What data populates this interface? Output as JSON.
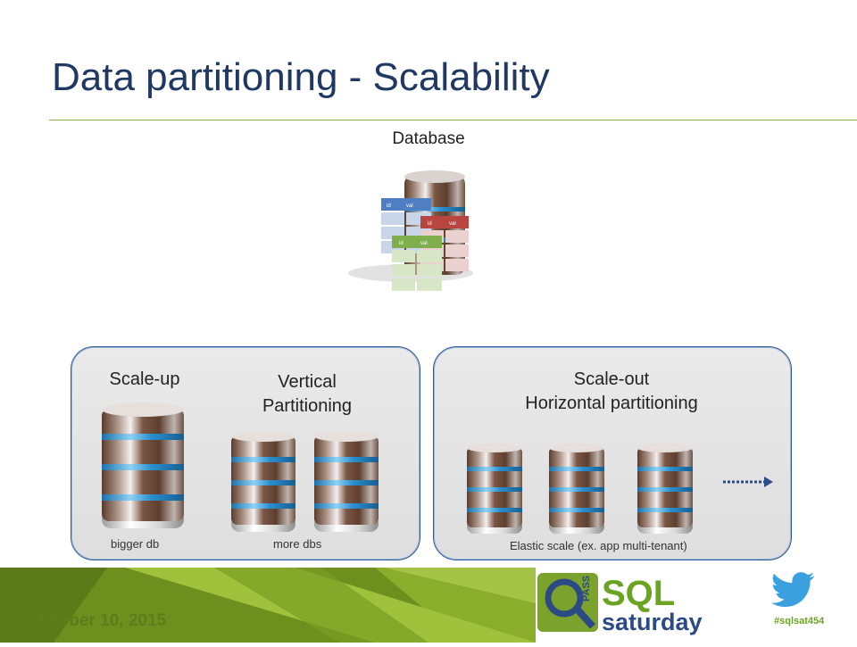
{
  "slide": {
    "title": "Data partitioning - Scalability",
    "database_label": "Database",
    "footer_date": "October 10, 2015",
    "hashtag": "#sqlsat454"
  },
  "scale_up": {
    "title": "Scale-up",
    "caption": "bigger db"
  },
  "vertical": {
    "title_line1": "Vertical",
    "title_line2": "Partitioning",
    "caption": "more dbs"
  },
  "scale_out": {
    "title_line1": "Scale-out",
    "title_line2": "Horizontal partitioning",
    "caption": "Elastic scale (ex. app multi-tenant)"
  },
  "logo": {
    "pass": "PASS",
    "sql": "SQL",
    "saturday": "saturday"
  },
  "colors": {
    "title": "#1f3864",
    "accent_green": "#8eb04a",
    "panel_border": "#2e5c9a",
    "db_band": "#3a9fd8",
    "db_core": "#6b4a36"
  }
}
